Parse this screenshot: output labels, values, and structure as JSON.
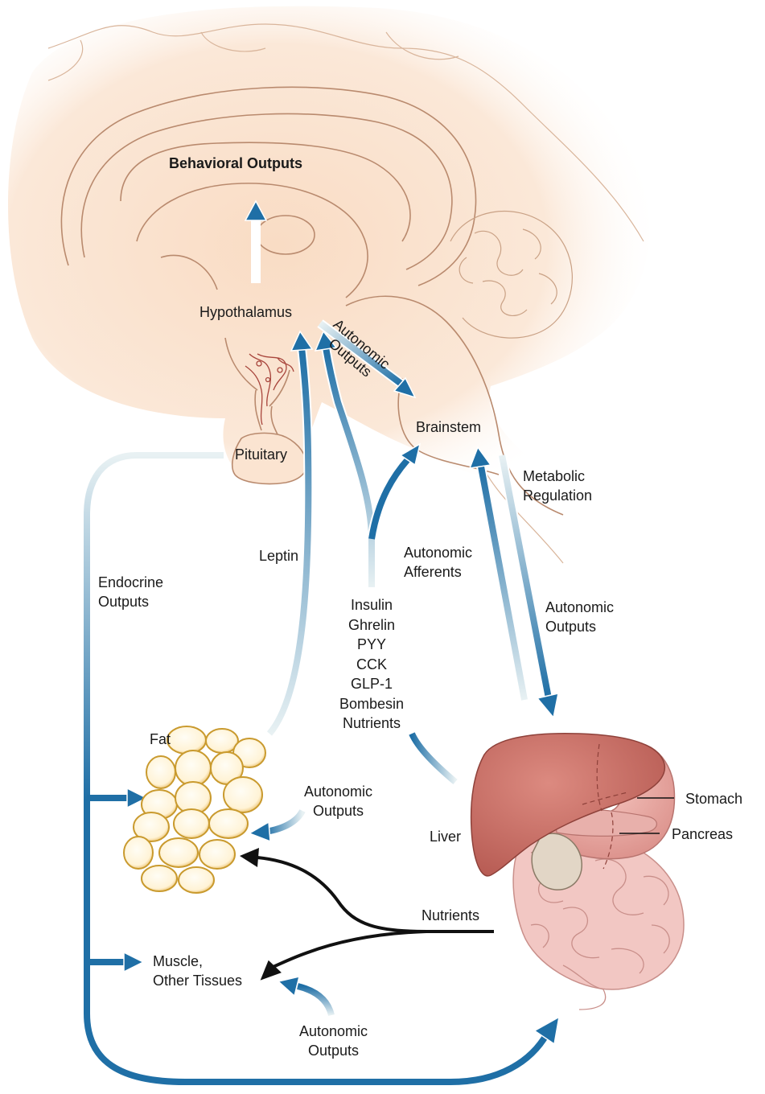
{
  "labels": {
    "behavioral_outputs": "Behavioral Outputs",
    "hypothalamus": "Hypothalamus",
    "autonomic_outputs_brain_line1": "Autonomic",
    "autonomic_outputs_brain_line2": "Outputs",
    "brainstem": "Brainstem",
    "pituitary": "Pituitary",
    "metabolic_regulation_line1": "Metabolic",
    "metabolic_regulation_line2": "Regulation",
    "leptin": "Leptin",
    "autonomic_afferents_line1": "Autonomic",
    "autonomic_afferents_line2": "Afferents",
    "endocrine_outputs_line1": "Endocrine",
    "endocrine_outputs_line2": "Outputs",
    "autonomic_outputs_gut_line1": "Autonomic",
    "autonomic_outputs_gut_line2": "Outputs",
    "fat": "Fat",
    "autonomic_outputs_fat_line1": "Autonomic",
    "autonomic_outputs_fat_line2": "Outputs",
    "liver": "Liver",
    "stomach": "Stomach",
    "pancreas": "Pancreas",
    "nutrients": "Nutrients",
    "muscle_line1": "Muscle,",
    "muscle_line2": "Other Tissues",
    "autonomic_outputs_muscle_line1": "Autonomic",
    "autonomic_outputs_muscle_line2": "Outputs"
  },
  "gut_signals": [
    "Insulin",
    "Ghrelin",
    "PYY",
    "CCK",
    "GLP-1",
    "Bombesin",
    "Nutrients"
  ],
  "colors": {
    "brain_fill": "#fbe9d9",
    "brain_line": "#b98a6e",
    "arrow_blue": "#1f6fa6",
    "arrow_pale": "#e3eef0",
    "fat_fill": "#fff6dc",
    "fat_line": "#c99a2e",
    "liver_fill": "#c96c62",
    "gut_fill": "#f1c3bf",
    "black_arrow": "#111111"
  }
}
